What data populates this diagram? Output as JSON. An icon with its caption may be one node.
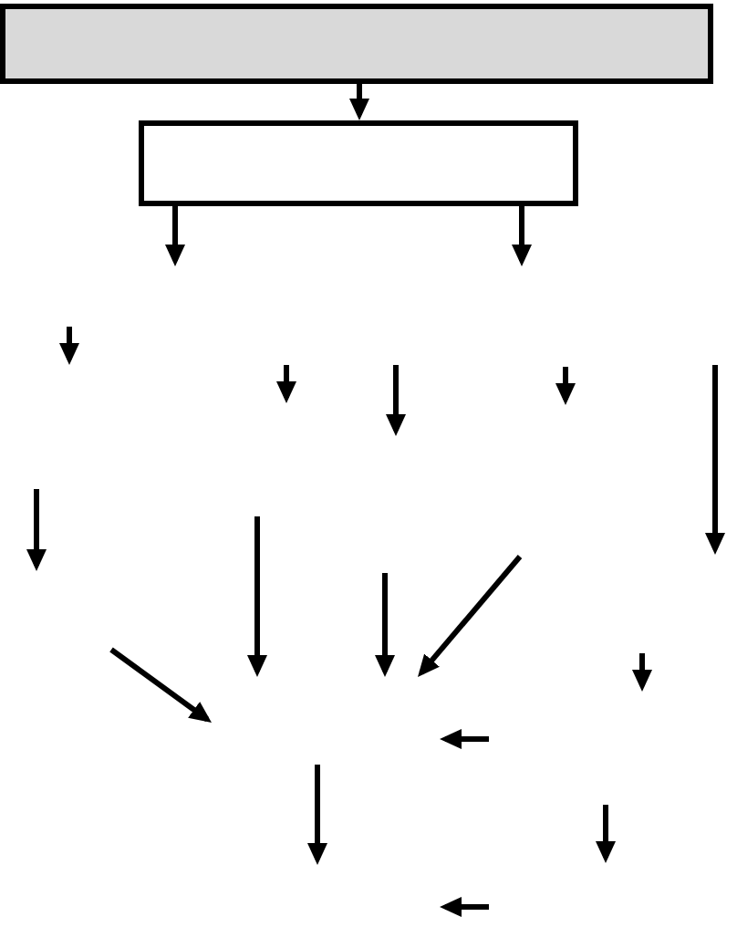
{
  "diagram": {
    "nodes": [
      {
        "text": [],
        "shape": "box"
      },
      {
        "text": [],
        "shape": "box"
      }
    ],
    "edges": [
      {
        "from": 0,
        "to": 1,
        "arrow": "to"
      },
      {
        "from": 1,
        "to": null,
        "arrow": "to"
      },
      {
        "from": 1,
        "to": null,
        "arrow": "to"
      }
    ]
  }
}
